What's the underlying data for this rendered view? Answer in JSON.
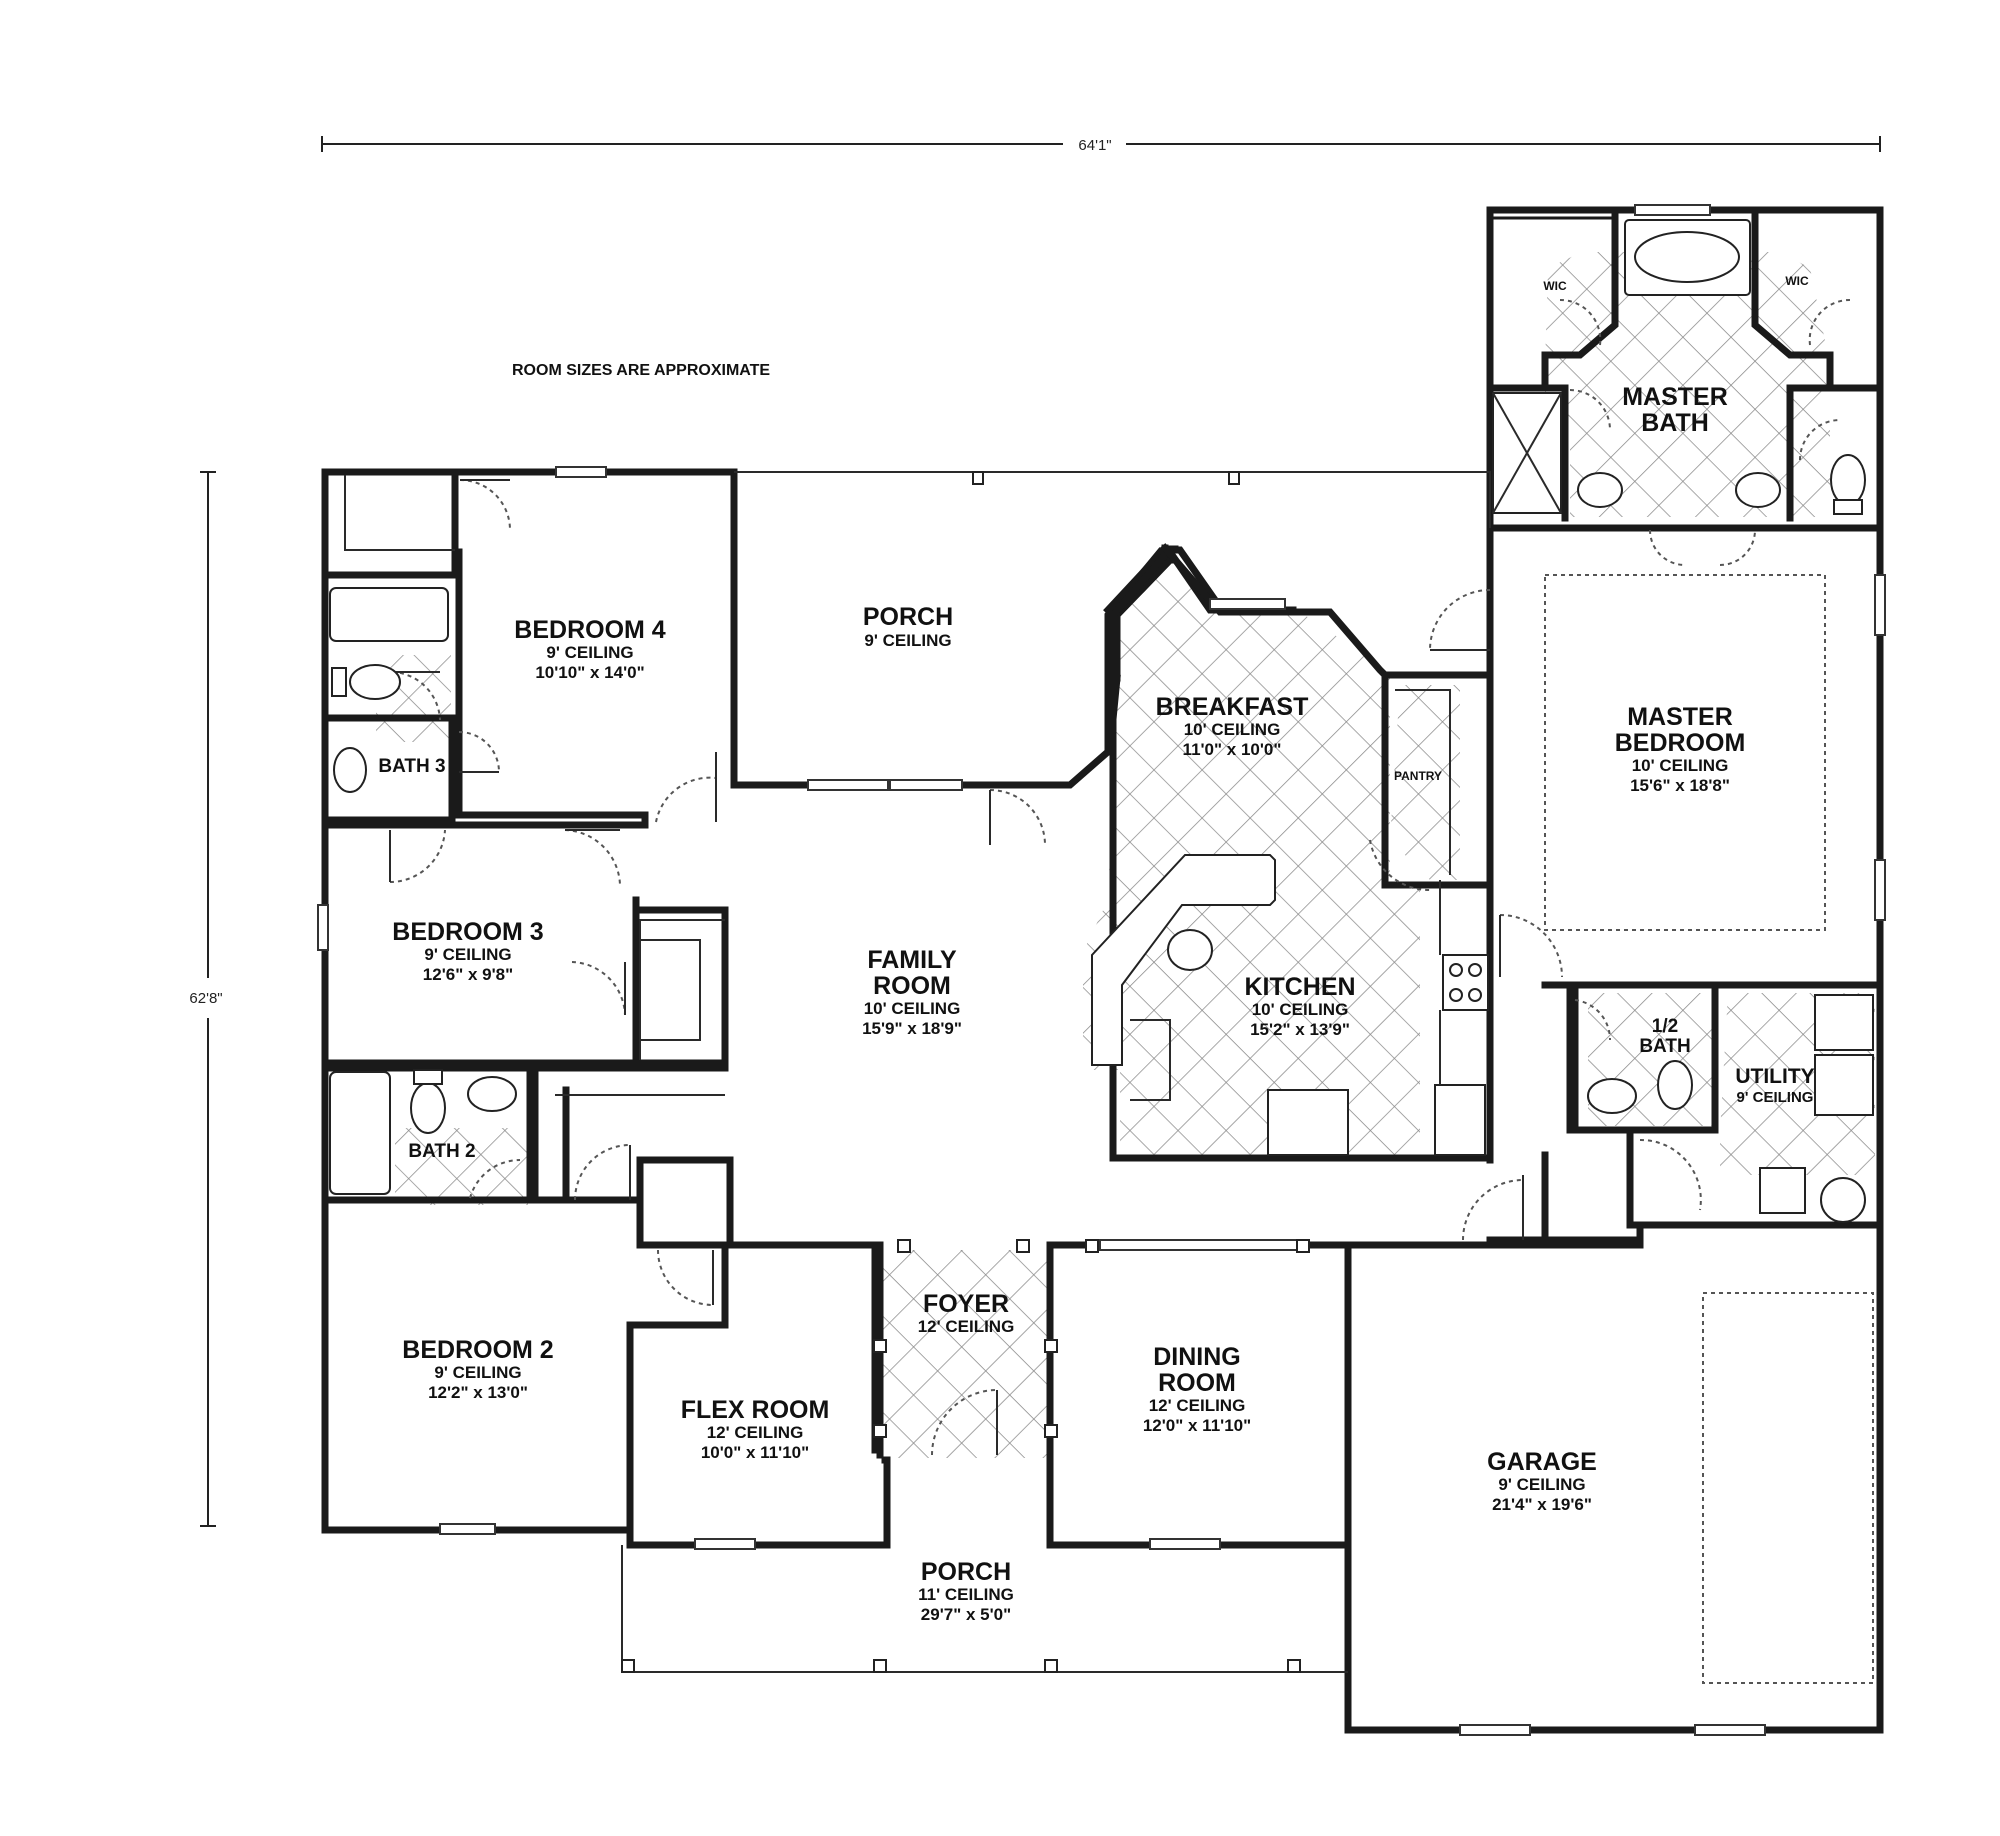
{
  "note": "ROOM SIZES ARE APPROXIMATE",
  "dimensions": {
    "width": "64'1\"",
    "depth": "62'8\""
  },
  "rooms": {
    "bedroom4": {
      "name": "BEDROOM 4",
      "ceiling": "9' CEILING",
      "size": "10'10\" x 14'0\""
    },
    "porch_rear": {
      "name": "PORCH",
      "ceiling": "9' CEILING"
    },
    "breakfast": {
      "name": "BREAKFAST",
      "ceiling": "10' CEILING",
      "size": "11'0\" x 10'0\""
    },
    "pantry": {
      "name": "PANTRY"
    },
    "master_bath": {
      "name_line1": "MASTER",
      "name_line2": "BATH"
    },
    "wic_left": {
      "name": "WIC"
    },
    "wic_right": {
      "name": "WIC"
    },
    "master_bedroom": {
      "name_line1": "MASTER",
      "name_line2": "BEDROOM",
      "ceiling": "10' CEILING",
      "size": "15'6\" x 18'8\""
    },
    "bath3": {
      "name": "BATH 3"
    },
    "bedroom3": {
      "name": "BEDROOM 3",
      "ceiling": "9' CEILING",
      "size": "12'6\" x 9'8\""
    },
    "family_room": {
      "name_line1": "FAMILY",
      "name_line2": "ROOM",
      "ceiling": "10' CEILING",
      "size": "15'9\" x 18'9\""
    },
    "kitchen": {
      "name": "KITCHEN",
      "ceiling": "10' CEILING",
      "size": "15'2\" x 13'9\""
    },
    "half_bath": {
      "name_line1": "1/2",
      "name_line2": "BATH"
    },
    "utility": {
      "name": "UTILITY",
      "ceiling": "9' CEILING"
    },
    "bath2": {
      "name": "BATH 2"
    },
    "bedroom2": {
      "name": "BEDROOM 2",
      "ceiling": "9' CEILING",
      "size": "12'2\" x 13'0\""
    },
    "foyer": {
      "name": "FOYER",
      "ceiling": "12' CEILING"
    },
    "flex_room": {
      "name": "FLEX ROOM",
      "ceiling": "12' CEILING",
      "size": "10'0\" x 11'10\""
    },
    "dining_room": {
      "name_line1": "DINING",
      "name_line2": "ROOM",
      "ceiling": "12' CEILING",
      "size": "12'0\" x 11'10\""
    },
    "garage": {
      "name": "GARAGE",
      "ceiling": "9' CEILING",
      "size": "21'4\" x 19'6\""
    },
    "porch_front": {
      "name": "PORCH",
      "ceiling": "11' CEILING",
      "size": "29'7\" x 5'0\""
    }
  }
}
